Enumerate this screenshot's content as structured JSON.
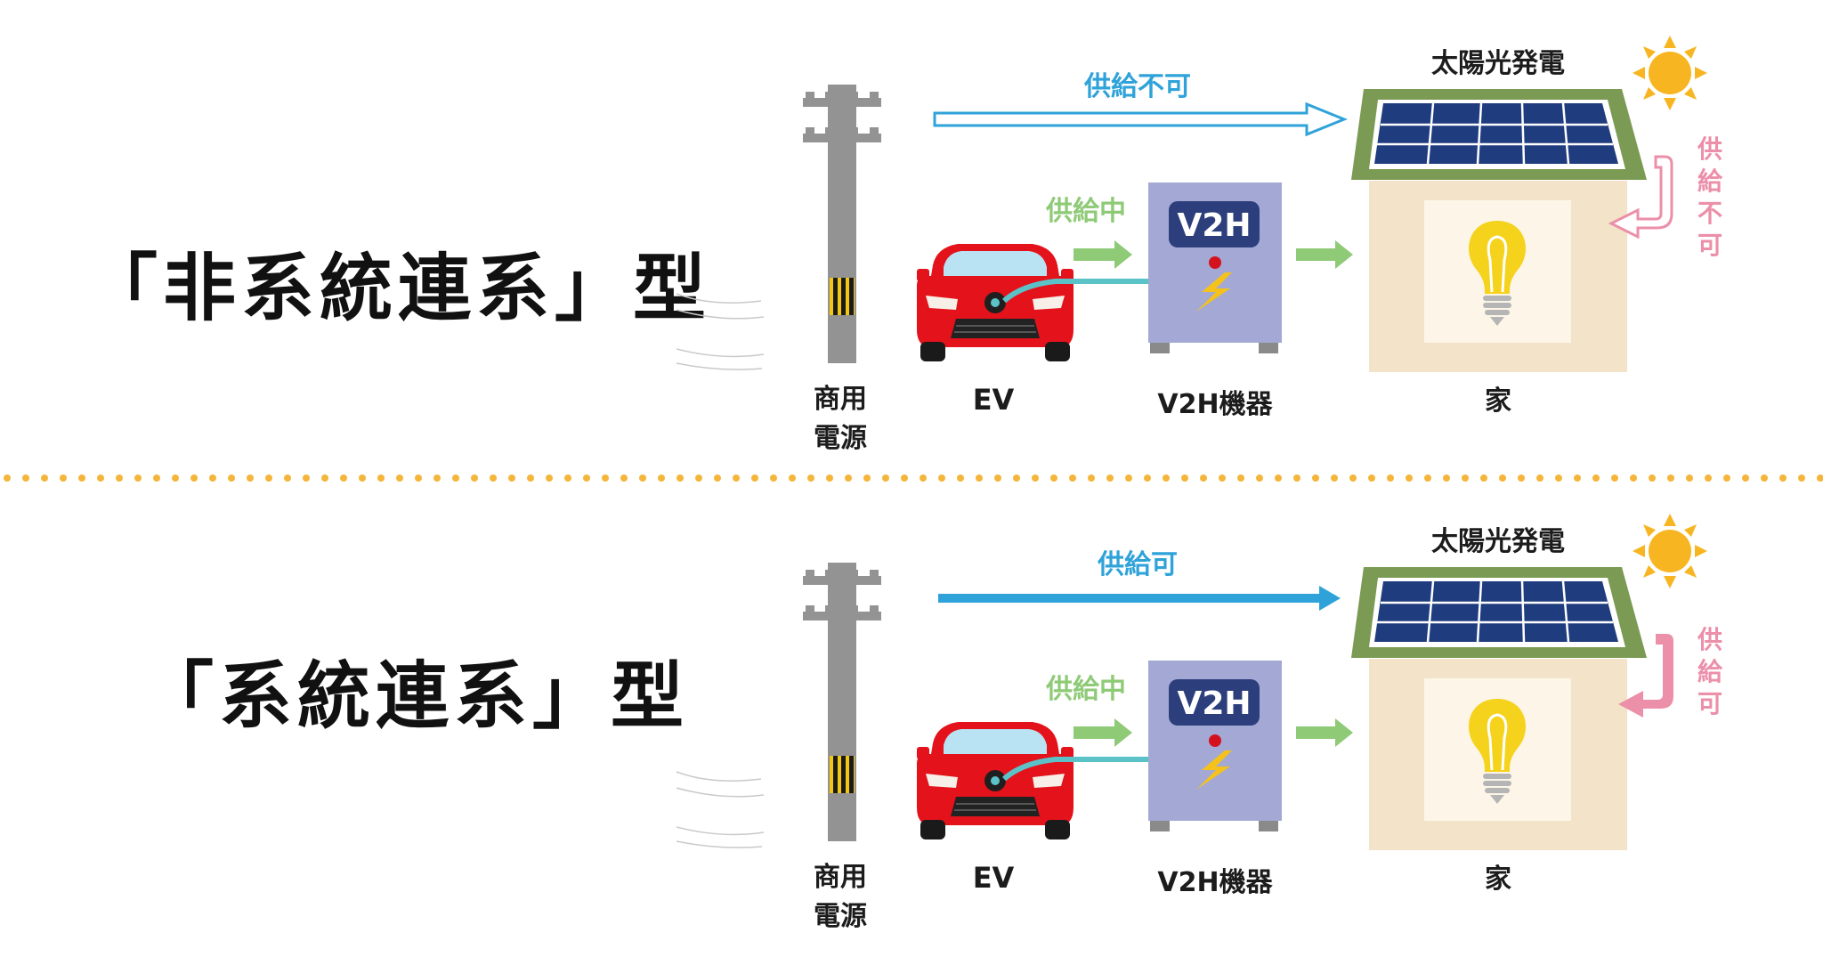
{
  "sections": [
    {
      "title": "「非系統連系」型",
      "grid_flow_label": "供給不可",
      "ev_flow_label": "供給中",
      "solar_label": "太陽光発電",
      "solar_flow_label_chars": [
        "供",
        "給",
        "不",
        "可"
      ],
      "v2h_badge": "V2H",
      "pole_label_lines": [
        "商用",
        "電源"
      ],
      "ev_label": "EV",
      "v2h_label": "V2H機器",
      "house_label": "家",
      "grid_supply_available": false,
      "solar_supply_available": false
    },
    {
      "title": "「系統連系」型",
      "grid_flow_label": "供給可",
      "ev_flow_label": "供給中",
      "solar_label": "太陽光発電",
      "solar_flow_label_chars": [
        "供",
        "給",
        "可"
      ],
      "v2h_badge": "V2H",
      "pole_label_lines": [
        "商用",
        "電源"
      ],
      "ev_label": "EV",
      "v2h_label": "V2H機器",
      "house_label": "家",
      "grid_supply_available": true,
      "solar_supply_available": true
    }
  ],
  "colors": {
    "grid_arrow": "#2fa3d9",
    "ev_arrow": "#8fca77",
    "solar_arrow": "#ec8fa9",
    "divider": "#f5b53a",
    "car_body": "#e3121b",
    "v2h_box": "#a3a9d4",
    "v2h_badge": "#2c3f7c",
    "roof": "#7b9a53",
    "panel": "#1f3c7e",
    "house_wall": "#f2e3c9",
    "sun": "#f7b521",
    "bulb": "#f5d21c",
    "pole": "#939393",
    "title_text": "#111111",
    "label_text": "#1c1c1c"
  },
  "icons": [
    "utility-pole-icon",
    "ev-car-icon",
    "v2h-device-icon",
    "lightning-icon",
    "solar-panel-icon",
    "sun-icon",
    "house-icon",
    "light-bulb-icon"
  ]
}
